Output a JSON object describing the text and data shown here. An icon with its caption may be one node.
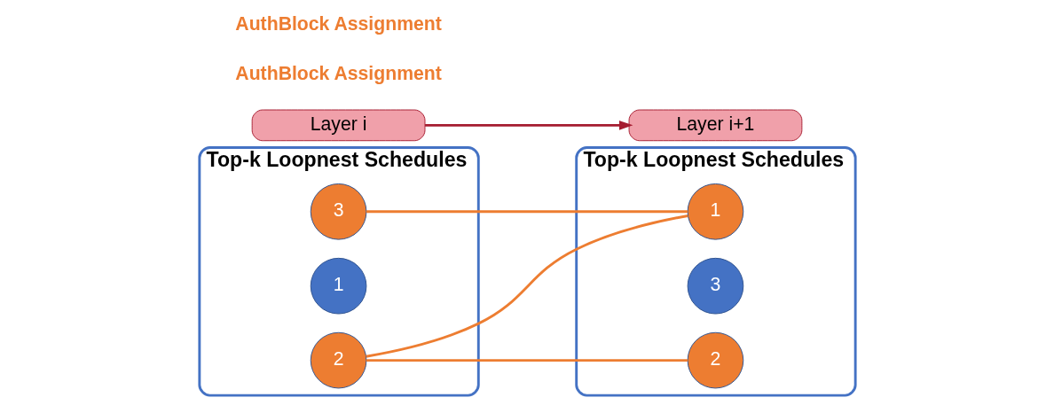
{
  "diagram": {
    "nodes": [
      {
        "text": [
          "Top-k Loopnest Schedules"
        ]
      },
      {
        "text": [
          "3"
        ],
        "in": 0
      },
      {
        "text": [
          "1"
        ],
        "in": 0
      },
      {
        "text": [
          "2"
        ],
        "in": 0
      },
      {
        "text": [
          "Top-k Loopnest Schedules"
        ]
      },
      {
        "text": [
          "1"
        ],
        "in": 4
      },
      {
        "text": [
          "3"
        ],
        "in": 4
      },
      {
        "text": [
          "2"
        ],
        "in": 4
      },
      {
        "text": [
          "Layer i"
        ]
      },
      {
        "text": [
          "Layer i+1"
        ]
      }
    ],
    "edges": [
      {
        "from": 1,
        "to": 5,
        "arrow": "none"
      },
      {
        "from": 3,
        "to": 5,
        "arrow": "none"
      },
      {
        "from": 3,
        "to": 7,
        "arrow": "none"
      },
      {
        "from": 8,
        "to": 9,
        "arrow": "to",
        "color": "#a51c30"
      }
    ],
    "labels": [
      "AuthBlock Assignment",
      "AuthBlock Assignment"
    ]
  }
}
